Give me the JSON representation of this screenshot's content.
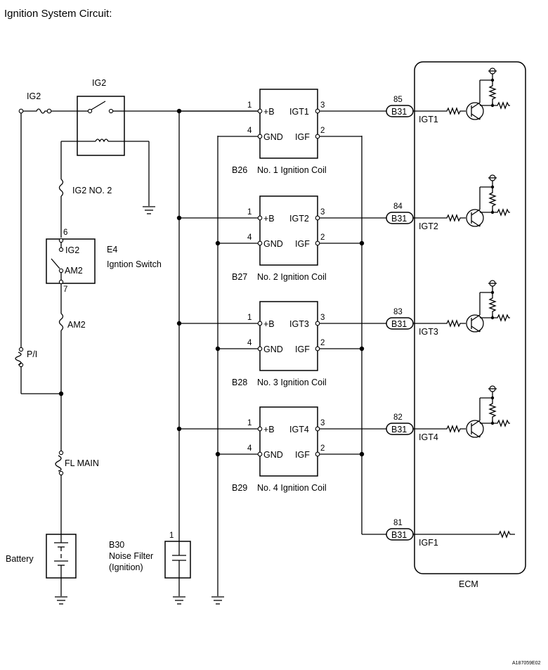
{
  "title": "Ignition System Circuit:",
  "figure_id": "A187059E02",
  "left": {
    "ig2_fuse": "IG2",
    "ig2_relay": "IG2",
    "ig2_no2_fuse": "IG2 NO. 2",
    "am2_fuse": "AM2",
    "pi_fuse": "P/I",
    "fl_main": "FL MAIN",
    "battery": "Battery",
    "switch": {
      "code": "E4",
      "name": "Igntion Switch",
      "pin_top": "6",
      "pin_bottom": "7",
      "term_ig2": "IG2",
      "term_am2": "AM2"
    }
  },
  "noise_filter": {
    "pin": "1",
    "code": "B30",
    "line1": "Noise Filter",
    "line2": "(Ignition)"
  },
  "coils": [
    {
      "code": "B26",
      "name": "No. 1 Ignition Coil",
      "pin_b": "1",
      "pin_gnd": "4",
      "pin_igt": "3",
      "pin_igf": "2",
      "label_b": "+B",
      "label_gnd": "GND",
      "label_igt": "IGT1",
      "label_igf": "IGF"
    },
    {
      "code": "B27",
      "name": "No. 2 Ignition Coil",
      "pin_b": "1",
      "pin_gnd": "4",
      "pin_igt": "3",
      "pin_igf": "2",
      "label_b": "+B",
      "label_gnd": "GND",
      "label_igt": "IGT2",
      "label_igf": "IGF"
    },
    {
      "code": "B28",
      "name": "No. 3 Ignition Coil",
      "pin_b": "1",
      "pin_gnd": "4",
      "pin_igt": "3",
      "pin_igf": "2",
      "label_b": "+B",
      "label_gnd": "GND",
      "label_igt": "IGT3",
      "label_igf": "IGF"
    },
    {
      "code": "B29",
      "name": "No. 4 Ignition Coil",
      "pin_b": "1",
      "pin_gnd": "4",
      "pin_igt": "3",
      "pin_igf": "2",
      "label_b": "+B",
      "label_gnd": "GND",
      "label_igt": "IGT4",
      "label_igf": "IGF"
    }
  ],
  "ecm": {
    "label": "ECM",
    "connectors": [
      {
        "pin": "85",
        "code": "B31",
        "signal": "IGT1"
      },
      {
        "pin": "84",
        "code": "B31",
        "signal": "IGT2"
      },
      {
        "pin": "83",
        "code": "B31",
        "signal": "IGT3"
      },
      {
        "pin": "82",
        "code": "B31",
        "signal": "IGT4"
      },
      {
        "pin": "81",
        "code": "B31",
        "signal": "IGF1"
      }
    ]
  }
}
